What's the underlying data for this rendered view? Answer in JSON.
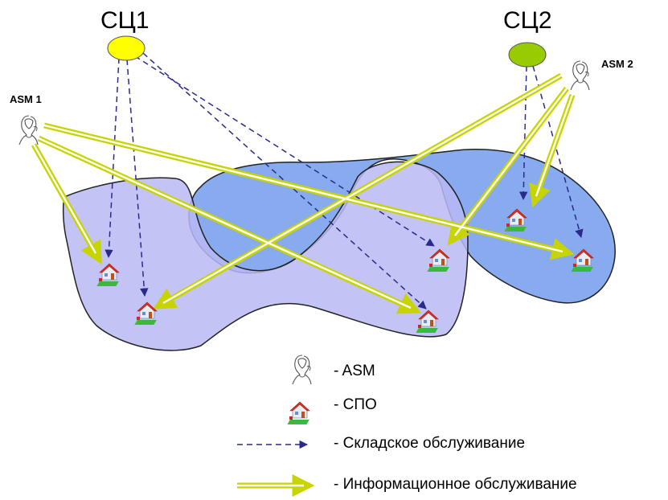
{
  "nodes": {
    "sc1": {
      "label": "СЦ1",
      "color": "#ffff00"
    },
    "sc2": {
      "label": "СЦ2",
      "color": "#99cc00"
    },
    "asm1": {
      "label": "ASM 1"
    },
    "asm2": {
      "label": "ASM 2"
    }
  },
  "regions": {
    "left_color": "#b8b8f5",
    "right_color": "#88aaee"
  },
  "links": {
    "warehouse_color": "#2a2a8c",
    "info_color": "#c8d400"
  },
  "legend": {
    "asm": "- ASM",
    "spo": "- СПО",
    "warehouse": "- Складское обслуживание",
    "info": "- Информационное обслуживание"
  }
}
